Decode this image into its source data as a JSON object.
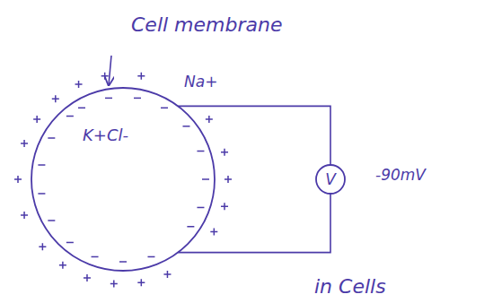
{
  "diagram": {
    "nodes": [
      {
        "text": [
          "K+Cl-"
        ]
      },
      {
        "text": [
          "V"
        ]
      }
    ],
    "edges": [
      {
        "from": 0,
        "to": 1,
        "arrow": "none"
      },
      {
        "from": 0,
        "to": 1,
        "arrow": "none"
      }
    ],
    "labels": [
      "Cell membrane",
      "Na+",
      "-90mV",
      "in Cells"
    ]
  }
}
